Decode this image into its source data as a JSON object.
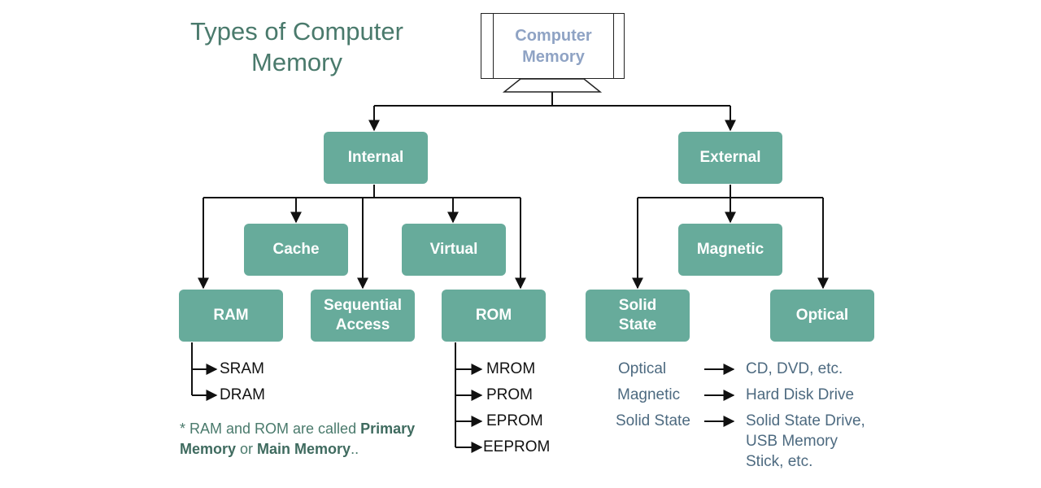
{
  "title": {
    "line1": "Types of Computer",
    "line2": "Memory"
  },
  "root": {
    "line1": "Computer",
    "line2": "Memory"
  },
  "nodes": {
    "internal": "Internal",
    "external": "External",
    "cache": "Cache",
    "virtual": "Virtual",
    "magnetic": "Magnetic",
    "ram": "RAM",
    "sequential": {
      "line1": "Sequential",
      "line2": "Access"
    },
    "rom": "ROM",
    "solid_state": {
      "line1": "Solid",
      "line2": "State"
    },
    "optical": "Optical"
  },
  "ram_types": [
    "SRAM",
    "DRAM"
  ],
  "rom_types": [
    "MROM",
    "PROM",
    "EPROM",
    "EEPROM"
  ],
  "external_examples": [
    {
      "type": "Optical",
      "examples": [
        "CD, DVD, etc."
      ]
    },
    {
      "type": "Magnetic",
      "examples": [
        "Hard Disk Drive"
      ]
    },
    {
      "type": "Solid State",
      "examples": [
        "Solid State Drive,",
        "USB Memory",
        "Stick, etc."
      ]
    }
  ],
  "note": {
    "prefix": "* RAM and ROM are called ",
    "term1": "Primary Memory",
    "middle": " or ",
    "term2": "Main Memory",
    "suffix": ".."
  }
}
